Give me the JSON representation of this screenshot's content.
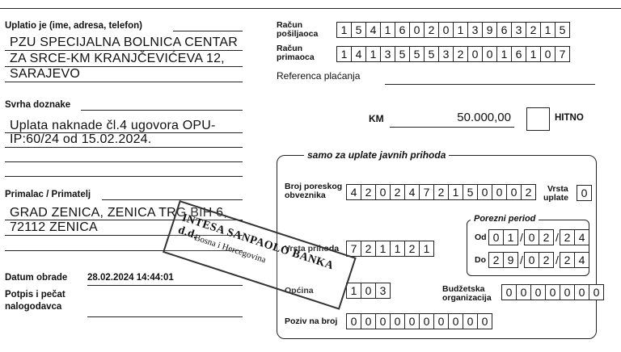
{
  "payer": {
    "label": "Uplatio je (ime, adresa, telefon)",
    "lines": [
      "PZU SPECIJALNA BOLNICA CENTAR",
      "ZA SRCE-KM KRANJČEVIĆEVA 12,",
      "SARAJEVO"
    ]
  },
  "purpose": {
    "label": "Svrha doznake",
    "lines": [
      "Uplata naknade čl.4 ugovora OPU-",
      "IP:60/24 od 15.02.2024."
    ]
  },
  "recipient": {
    "label": "Primalac / Primatelj",
    "lines": [
      "GRAD ZENICA, ZENICA TRG BIH 6,",
      "72112 ZENICA"
    ]
  },
  "processing": {
    "label": "Datum obrade",
    "value": "28.02.2024 14:44:01"
  },
  "signature": {
    "label_line1": "Potpis i pečat",
    "label_line2": "nalogodavca"
  },
  "sender_account": {
    "label_line1": "Račun",
    "label_line2": "pošiljaoca",
    "digits": [
      "1",
      "5",
      "4",
      "1",
      "6",
      "0",
      "2",
      "0",
      "1",
      "3",
      "9",
      "6",
      "3",
      "2",
      "1",
      "5"
    ]
  },
  "recipient_account": {
    "label_line1": "Račun",
    "label_line2": "primaoca",
    "digits": [
      "1",
      "4",
      "1",
      "3",
      "5",
      "5",
      "5",
      "3",
      "2",
      "0",
      "0",
      "1",
      "6",
      "1",
      "0",
      "7"
    ]
  },
  "payment_reference": {
    "label": "Referenca plaćanja"
  },
  "amount": {
    "currency": "KM",
    "value": "50.000,00"
  },
  "urgent": {
    "label": "HITNO"
  },
  "public_revenue": {
    "title": "samo za uplate javnih prihoda",
    "tax_id": {
      "label_line1": "Broj poreskog",
      "label_line2": "obveznika",
      "digits": [
        "4",
        "2",
        "0",
        "2",
        "4",
        "7",
        "2",
        "1",
        "5",
        "0",
        "0",
        "0",
        "2"
      ]
    },
    "payment_type": {
      "label_line1": "Vrsta",
      "label_line2": "uplate",
      "digits": [
        "0"
      ]
    },
    "tax_period": {
      "title": "Porezni period",
      "from_label": "Od",
      "from": {
        "d": [
          "0",
          "1"
        ],
        "m": [
          "0",
          "2"
        ],
        "y": [
          "2",
          "4"
        ]
      },
      "to_label": "Do",
      "to": {
        "d": [
          "2",
          "9"
        ],
        "m": [
          "0",
          "2"
        ],
        "y": [
          "2",
          "4"
        ]
      }
    },
    "revenue_type": {
      "label": "Vrsta prihoda",
      "digits": [
        "7",
        "2",
        "1",
        "1",
        "2",
        "1"
      ]
    },
    "municipality": {
      "label": "Općina",
      "digits": [
        "1",
        "0",
        "3"
      ]
    },
    "budget_org": {
      "label_line1": "Budžetska",
      "label_line2": "organizacija",
      "digits": [
        "0",
        "0",
        "0",
        "0",
        "0",
        "0",
        "0"
      ]
    },
    "reference_number": {
      "label": "Poziv na broj",
      "digits": [
        "0",
        "0",
        "0",
        "0",
        "0",
        "0",
        "0",
        "0",
        "0",
        "0"
      ]
    }
  },
  "stamp": {
    "line1": "INTESA SANPAOLO BANKA d.d.",
    "line2": "Bosna i Hercegovina"
  }
}
